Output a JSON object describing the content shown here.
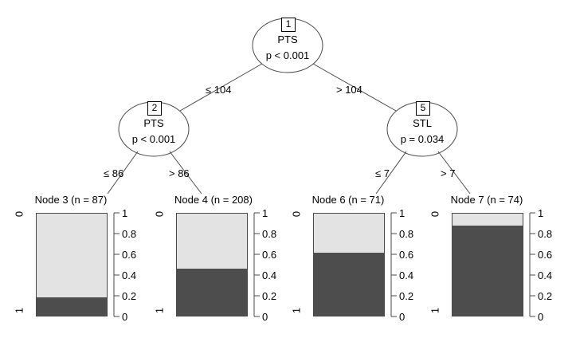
{
  "chart_data": {
    "type": "tree",
    "title": "",
    "description": "Conditional inference decision tree with stacked proportion barplots at terminal nodes",
    "colors": {
      "class0_fill": "#e3e3e3",
      "class1_fill": "#4d4d4d",
      "line": "#4a4a4a",
      "text": "#000000",
      "background": "#ffffff"
    },
    "inner_nodes": [
      {
        "id": "1",
        "badge": "1",
        "variable": "PTS",
        "pvalue": "p < 0.001"
      },
      {
        "id": "2",
        "badge": "2",
        "variable": "PTS",
        "pvalue": "p < 0.001"
      },
      {
        "id": "5",
        "badge": "5",
        "variable": "STL",
        "pvalue": "p = 0.034"
      }
    ],
    "edge_labels": [
      {
        "from": "1",
        "to": "2",
        "label": "≤ 104"
      },
      {
        "from": "1",
        "to": "5",
        "label": "> 104"
      },
      {
        "from": "2",
        "to": "3",
        "label": "≤ 86"
      },
      {
        "from": "2",
        "to": "4",
        "label": "> 86"
      },
      {
        "from": "5",
        "to": "6",
        "label": "≤ 7"
      },
      {
        "from": "5",
        "to": "7",
        "label": "> 7"
      }
    ],
    "terminal_nodes": [
      {
        "id": "3",
        "title": "Node 3 (n = 87)",
        "n": 87,
        "class_labels": [
          "0",
          "1"
        ],
        "proportions": {
          "0": 0.82,
          "1": 0.18
        },
        "axis_ticks": [
          "1",
          "0.8",
          "0.6",
          "0.4",
          "0.2",
          "0"
        ],
        "ylim": [
          0,
          1
        ]
      },
      {
        "id": "4",
        "title": "Node 4 (n = 208)",
        "n": 208,
        "class_labels": [
          "0",
          "1"
        ],
        "proportions": {
          "0": 0.54,
          "1": 0.46
        },
        "axis_ticks": [
          "1",
          "0.8",
          "0.6",
          "0.4",
          "0.2",
          "0"
        ],
        "ylim": [
          0,
          1
        ]
      },
      {
        "id": "6",
        "title": "Node 6 (n = 71)",
        "n": 71,
        "class_labels": [
          "0",
          "1"
        ],
        "proportions": {
          "0": 0.38,
          "1": 0.62
        },
        "axis_ticks": [
          "1",
          "0.8",
          "0.6",
          "0.4",
          "0.2",
          "0"
        ],
        "ylim": [
          0,
          1
        ]
      },
      {
        "id": "7",
        "title": "Node 7 (n = 74)",
        "n": 74,
        "class_labels": [
          "0",
          "1"
        ],
        "proportions": {
          "0": 0.12,
          "1": 0.88
        },
        "axis_ticks": [
          "1",
          "0.8",
          "0.6",
          "0.4",
          "0.2",
          "0"
        ],
        "ylim": [
          0,
          1
        ]
      }
    ]
  }
}
